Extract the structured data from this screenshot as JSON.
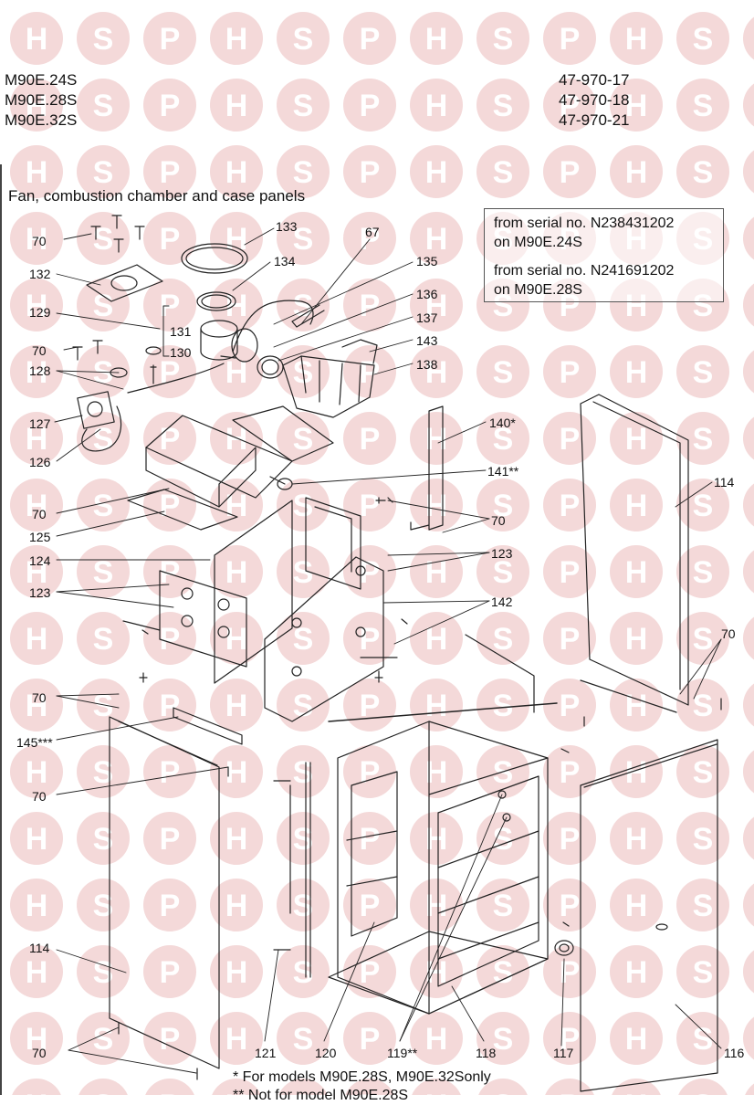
{
  "header": {
    "models": [
      "M90E.24S",
      "M90E.28S",
      "M90E.32S"
    ],
    "part_numbers": [
      "47-970-17",
      "47-970-18",
      "47-970-21"
    ]
  },
  "title": "Fan, combustion chamber and case panels",
  "notes": {
    "line1": "from serial no. N238431202",
    "line2": "on M90E.24S",
    "line3": "from serial no. N241691202",
    "line4": "on M90E.28S"
  },
  "footnotes": {
    "f1": "* For models M90E.28S, M90E.32Sonly",
    "f2": "** Not for model M90E.28S"
  },
  "watermark": {
    "letters": [
      "H",
      "S",
      "P"
    ],
    "color": "#f4d9d9",
    "letter_color": "#ffffff"
  },
  "callouts": {
    "c70a": "70",
    "c133": "133",
    "c67": "67",
    "c132": "132",
    "c134": "134",
    "c135": "135",
    "c136": "136",
    "c129": "129",
    "c131": "131",
    "c137": "137",
    "c70b": "70",
    "c130": "130",
    "c143": "143",
    "c128": "128",
    "c138": "138",
    "c127": "127",
    "c140": "140*",
    "c126": "126",
    "c141": "141**",
    "c114a": "114",
    "c70c": "70",
    "c70d": "70",
    "c125": "125",
    "c123a": "123",
    "c124": "124",
    "c123b": "123",
    "c142": "142",
    "c70e": "70",
    "c70f": "70",
    "c145": "145***",
    "c70g": "70",
    "c114b": "114",
    "c70h": "70",
    "c121": "121",
    "c120": "120",
    "c119": "119**",
    "c118": "118",
    "c117": "117",
    "c116": "116"
  }
}
